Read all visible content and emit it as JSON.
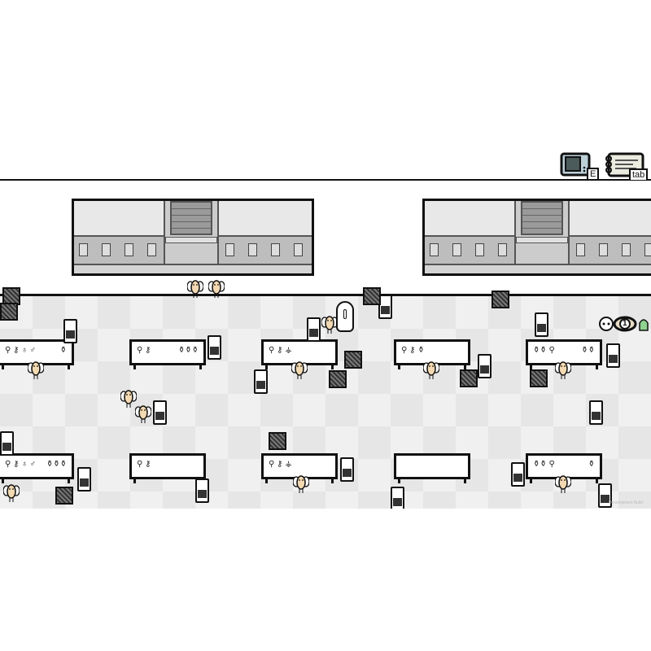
{
  "hud": {
    "computer_key": "E",
    "notebook_key": "tab",
    "counter": "1"
  },
  "watermark": "Development Build",
  "colors": {
    "outline": "#111111",
    "floor_light": "#f0f0f0",
    "floor_dark": "#e6e6e6",
    "bee_body": "#f3d9b1",
    "status_green": "#8fd18f"
  }
}
